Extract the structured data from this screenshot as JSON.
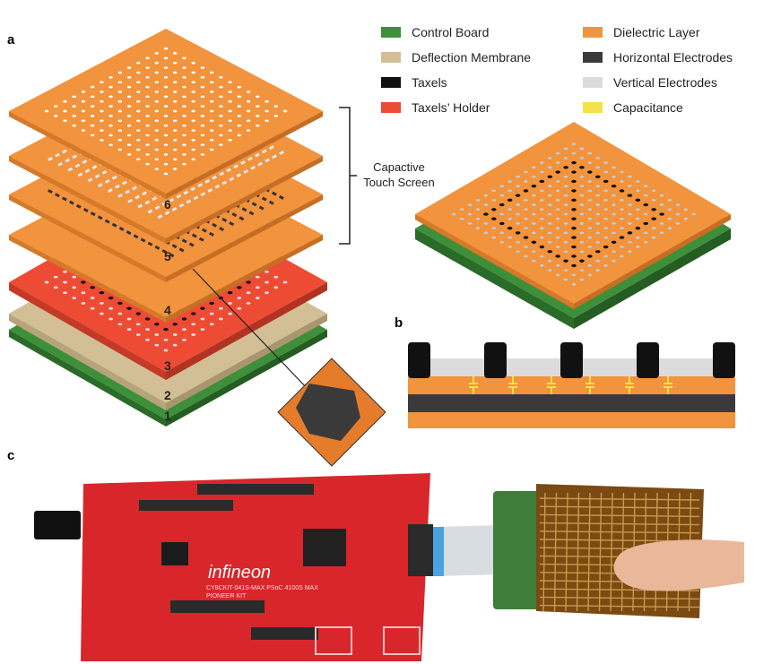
{
  "panels": {
    "a": "a",
    "b": "b",
    "c": "c"
  },
  "legend": [
    {
      "label": "Control Board",
      "color": "#3d8f3a"
    },
    {
      "label": "Deflection Membrane",
      "color": "#d2bf96"
    },
    {
      "label": "Taxels",
      "color": "#111111"
    },
    {
      "label": "Taxels’ Holder",
      "color": "#ee4b35"
    },
    {
      "label": "Dielectric Layer",
      "color": "#f2933d"
    },
    {
      "label": "Horizontal Electrodes",
      "color": "#3a3a3a"
    },
    {
      "label": "Vertical Electrodes",
      "color": "#dcdcdc"
    },
    {
      "label": "Capacitance",
      "color": "#f4e04a"
    }
  ],
  "layer_numbers": [
    "6",
    "5",
    "4",
    "3",
    "2",
    "1"
  ],
  "bracket_label": "Capactive Touch Screen",
  "board": {
    "brand": "infineon",
    "model": "CY8CKIT-041S-MAX PSoC 4100S MAX PIONEER KIT"
  }
}
